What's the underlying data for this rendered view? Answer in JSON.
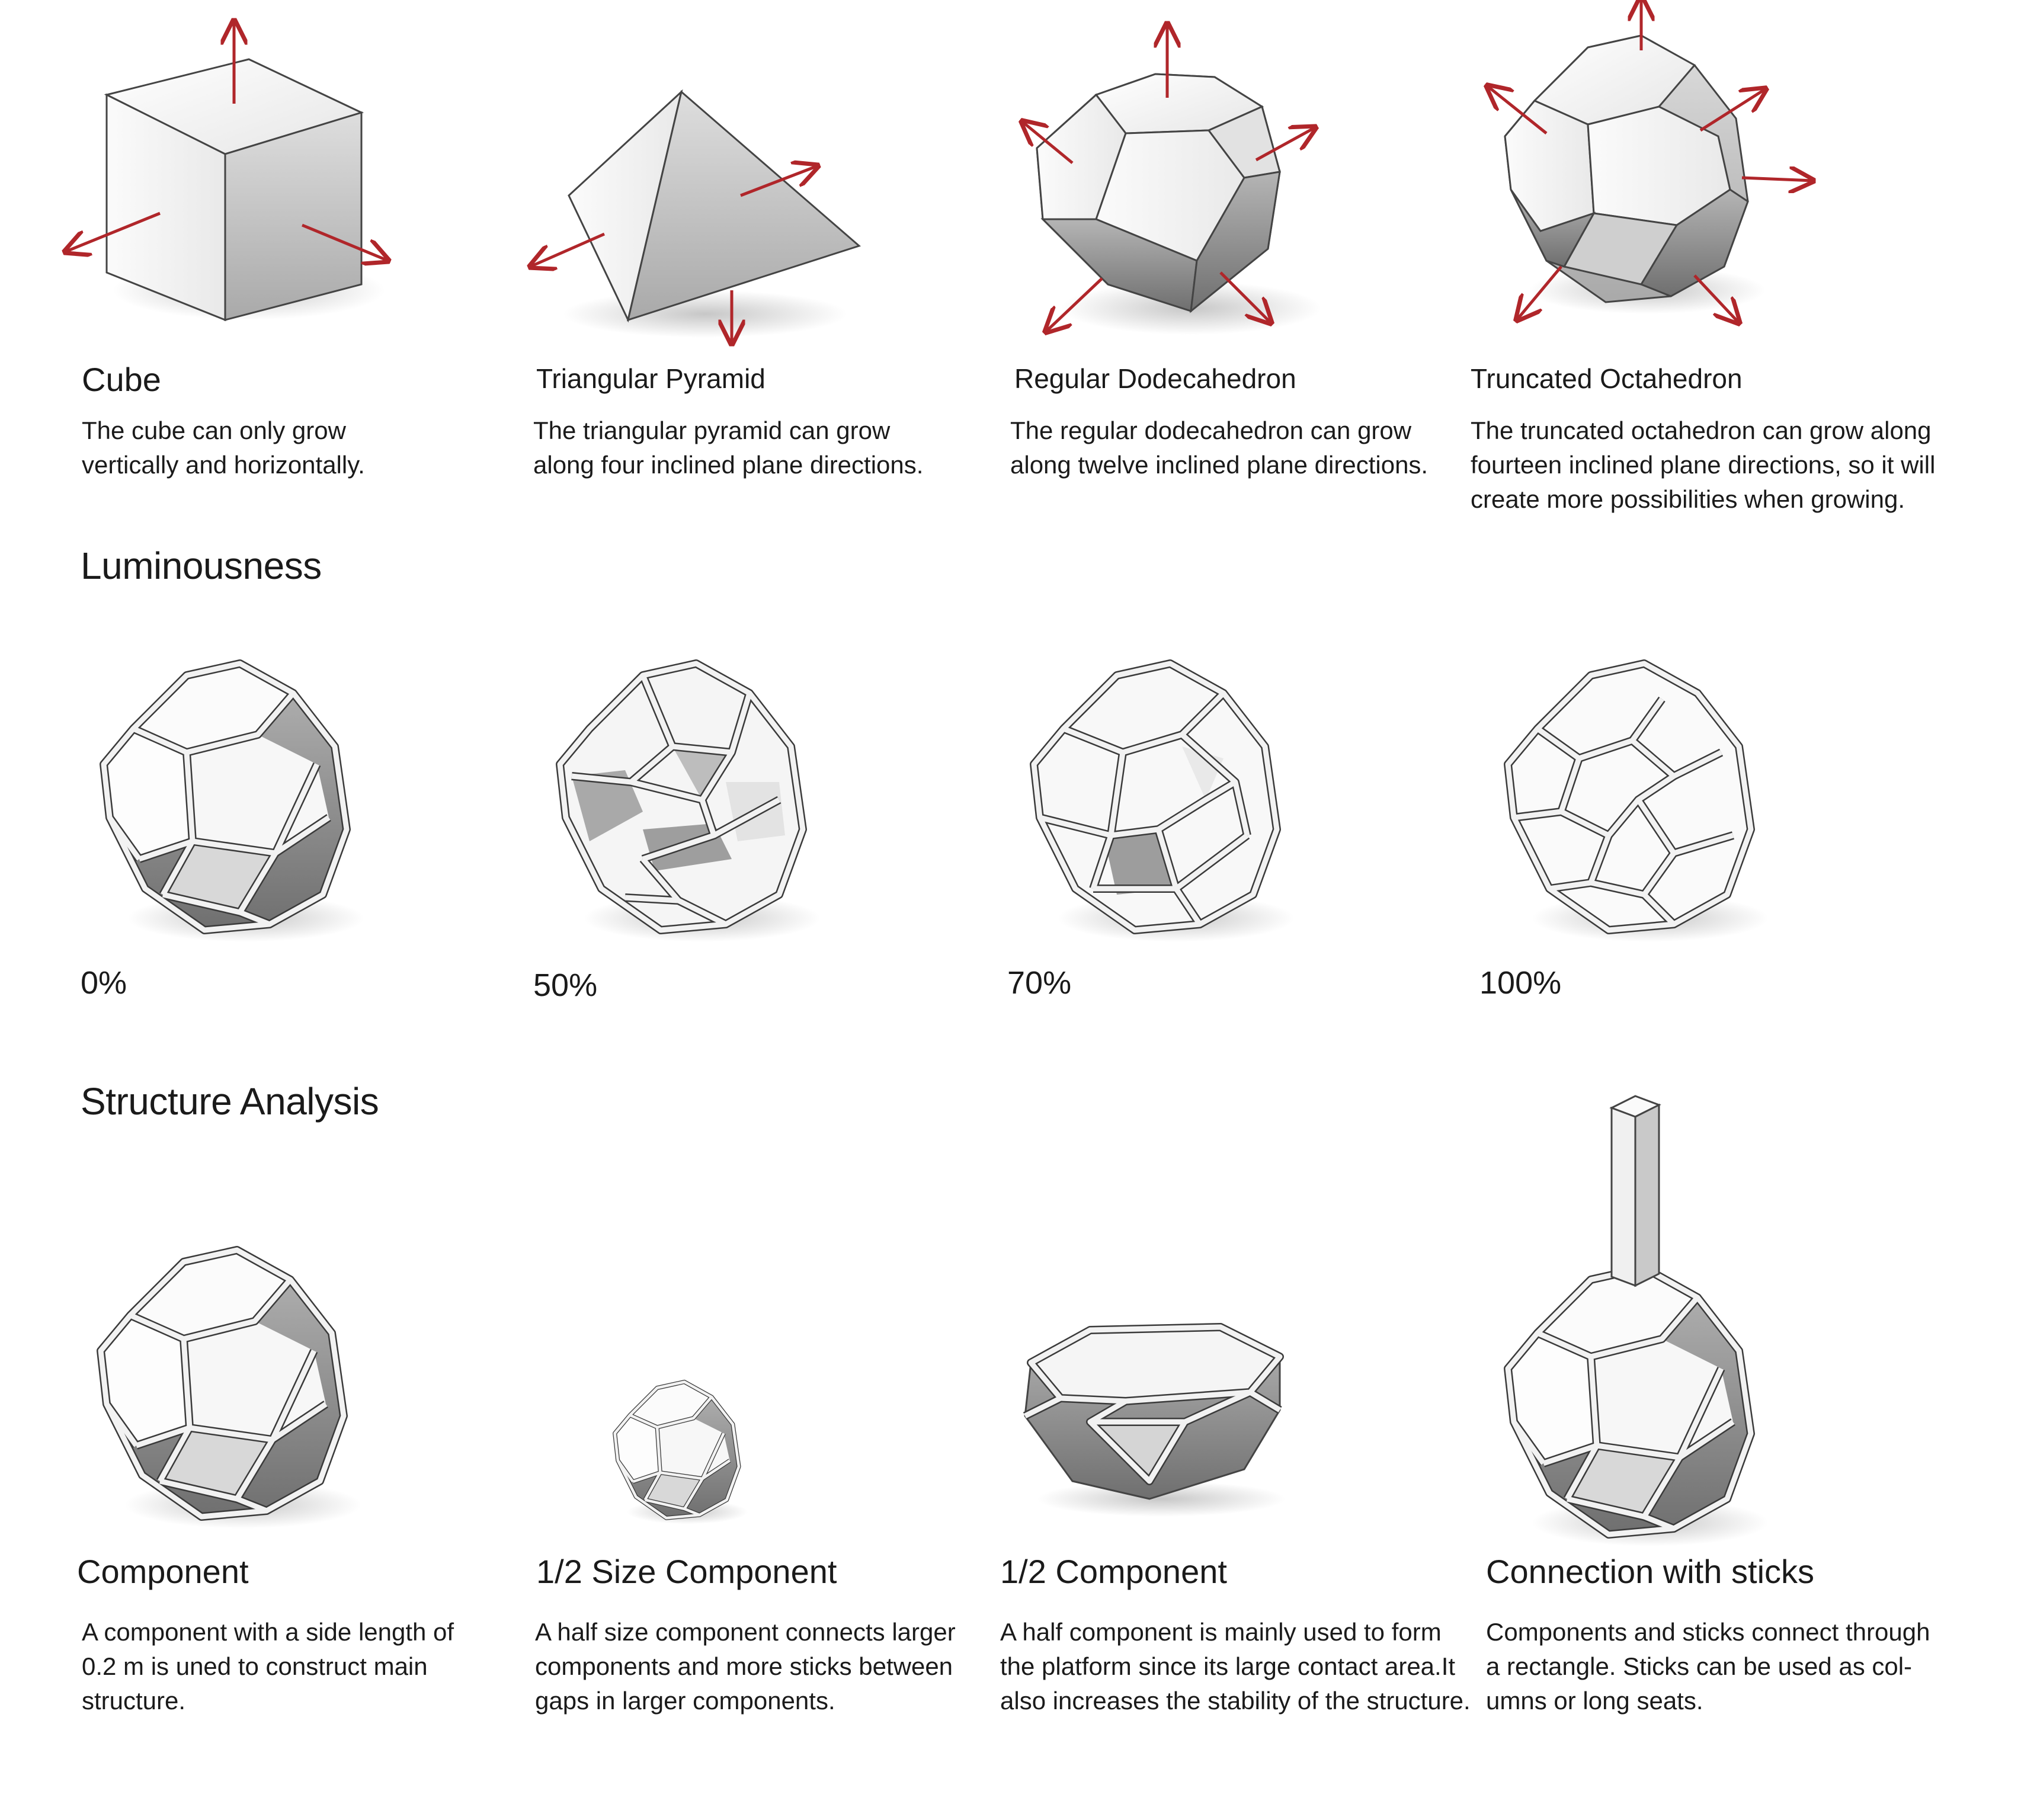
{
  "shapes_section": {
    "items": [
      {
        "name": "Cube",
        "description": "The cube can only grow\nvertically and horizontally."
      },
      {
        "name": "Triangular Pyramid",
        "description": "The triangular pyramid can grow\nalong four inclined plane directions."
      },
      {
        "name": "Regular Dodecahedron",
        "description": "The regular dodecahedron can grow\nalong twelve inclined plane directions."
      },
      {
        "name": "Truncated Octahedron",
        "description": "The truncated octahedron can grow along\nfourteen inclined plane directions, so it will\ncreate more possibilities when growing."
      }
    ]
  },
  "luminousness": {
    "title": "Luminousness",
    "levels": [
      {
        "label": "0%",
        "value": 0
      },
      {
        "label": "50%",
        "value": 50
      },
      {
        "label": "70%",
        "value": 70
      },
      {
        "label": "100%",
        "value": 100
      }
    ]
  },
  "structure": {
    "title": "Structure Analysis",
    "items": [
      {
        "name": "Component",
        "description": "A component with a side length of\n0.2 m is uned to construct main\nstructure."
      },
      {
        "name": "1/2 Size Component",
        "description": "A half size component connects larger\ncomponents and more sticks between\ngaps in larger components."
      },
      {
        "name": "1/2 Component",
        "description": "A half component is mainly used to form\nthe platform since its large contact area.It\nalso increases the stability of the structure."
      },
      {
        "name": "Connection with sticks",
        "description": "Components and sticks connect through\na rectangle. Sticks can be used as col-\numns or long seats."
      }
    ]
  },
  "colors": {
    "arrow": "#b0262a",
    "frame": "#f2f2f2",
    "edge": "#444444"
  }
}
